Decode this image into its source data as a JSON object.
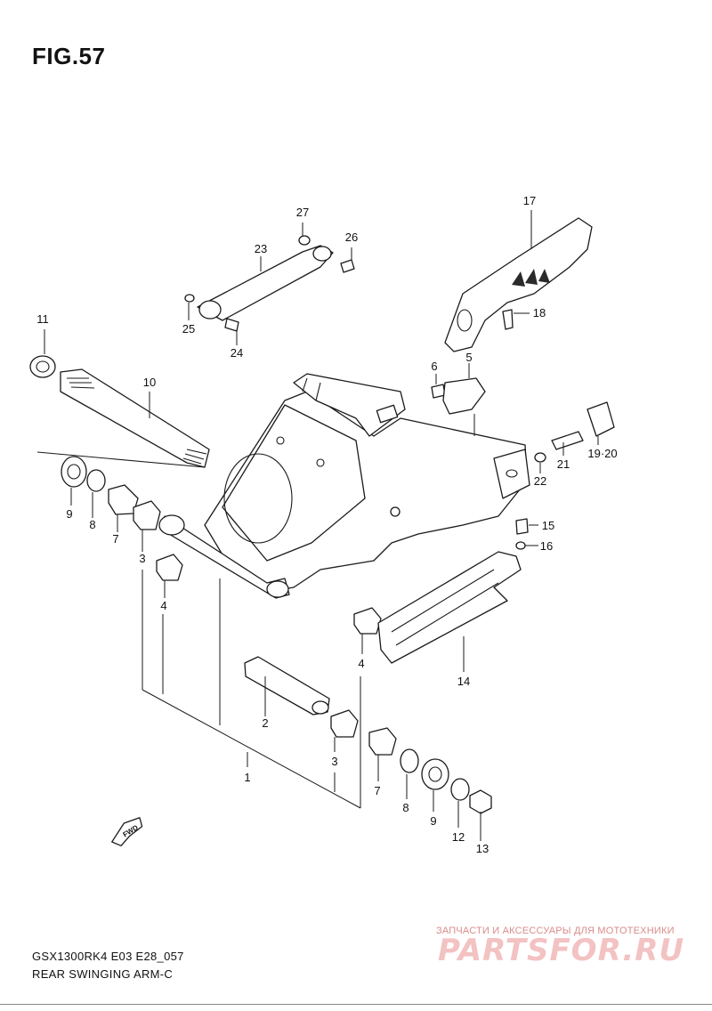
{
  "figure": {
    "title": "FIG.57"
  },
  "callouts": {
    "p1": "1",
    "p2": "2",
    "p3a": "3",
    "p3b": "3",
    "p4a": "4",
    "p4b": "4",
    "p5": "5",
    "p6": "6",
    "p7a": "7",
    "p7b": "7",
    "p8a": "8",
    "p8b": "8",
    "p9a": "9",
    "p9b": "9",
    "p10": "10",
    "p11": "11",
    "p12": "12",
    "p13": "13",
    "p14": "14",
    "p15": "15",
    "p16": "16",
    "p17": "17",
    "p18": "18",
    "p1920": "19·20",
    "p21": "21",
    "p22": "22",
    "p23": "23",
    "p24": "24",
    "p25": "25",
    "p26": "26",
    "p27": "27"
  },
  "fwd_badge": "FWD",
  "footer": {
    "model": "GSX1300RK4 E03 E28_057",
    "name": "REAR SWINGING ARM-C"
  },
  "watermark": {
    "caption": "ЗАПЧАСТИ И АКСЕССУАРЫ ДЛЯ МОТОТЕХНИКИ",
    "logo": "PARTSFOR.RU"
  }
}
